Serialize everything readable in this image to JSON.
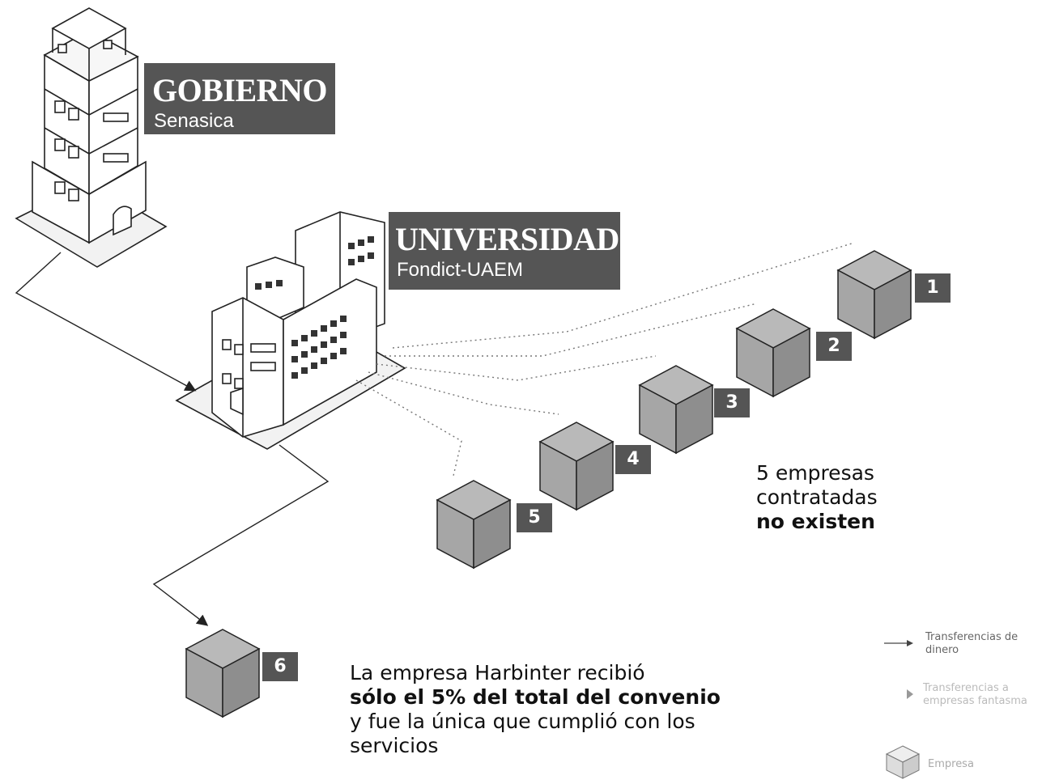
{
  "gobierno": {
    "title": "GOBIERNO",
    "subtitle": "Senasica"
  },
  "universidad": {
    "title": "UNIVERSIDAD",
    "subtitle": "Fondict-UAEM"
  },
  "empresas": [
    {
      "num": "1"
    },
    {
      "num": "2"
    },
    {
      "num": "3"
    },
    {
      "num": "4"
    },
    {
      "num": "5"
    },
    {
      "num": "6"
    }
  ],
  "nota_cinco": {
    "line1": "5 empresas",
    "line2": "contratadas",
    "line3": "no existen"
  },
  "nota_seis": {
    "part1": "La empresa Harbinter recibió",
    "part2_bold": "sólo el 5% del total del convenio",
    "part3": " y fue la única que cumplió con los servicios"
  },
  "leyenda": {
    "transferencias": "Transferencias de dinero",
    "otras": "Transferencias a empresas fantasma",
    "empresa": "Empresa"
  },
  "colors": {
    "label_bg": "#555555",
    "cube_top": "#b9b9b9",
    "cube_left": "#a6a6a6",
    "cube_right": "#8e8e8e"
  }
}
